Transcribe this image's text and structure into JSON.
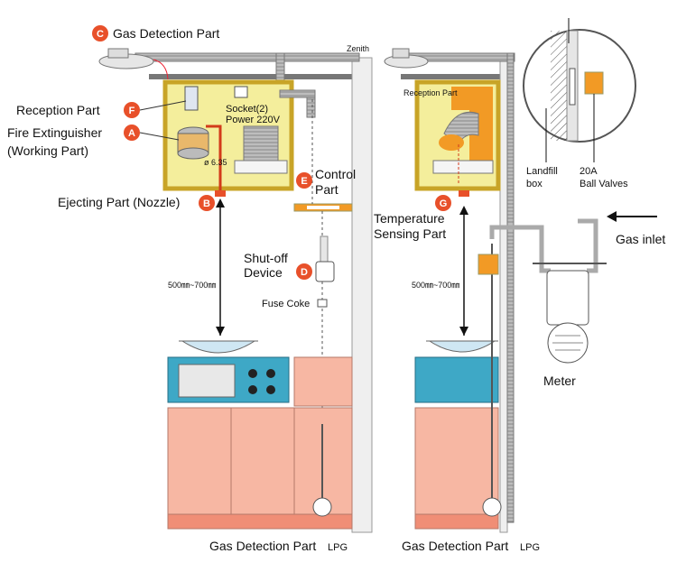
{
  "labels": {
    "gas_detection_part_top": "Gas Detection Part",
    "zenith": "Zenith",
    "reception_part": "Reception Part",
    "fire_extinguisher_line1": "Fire Extinguisher",
    "fire_extinguisher_line2": "(Working Part)",
    "socket_line1": "Socket(2)",
    "socket_line2": "Power 220V",
    "diameter": "ø 6.35",
    "control_part_line1": "Control",
    "control_part_line2": "Part",
    "ejecting_part": "Ejecting Part (Nozzle)",
    "shutoff_line1": "Shut-off",
    "shutoff_line2": "Device",
    "fuse_coke": "Fuse Coke",
    "distance_left": "500㎜~700㎜",
    "bottom_left_main": "Gas Detection Part",
    "bottom_left_suffix": "LPG",
    "reception_part_right": "Reception Part",
    "temperature_line1": "Temperature",
    "temperature_line2": "Sensing Part",
    "distance_right": "500㎜~700㎜",
    "landfill_line1": "Landfill",
    "landfill_line2": "box",
    "ball_valves_line1": "20A",
    "ball_valves_line2": "Ball Valves",
    "gas_inlet": "Gas inlet",
    "meter": "Meter",
    "bottom_right_main": "Gas Detection Part",
    "bottom_right_suffix": "LPG"
  },
  "badges": {
    "A": "A",
    "B": "B",
    "C": "C",
    "D": "D",
    "E": "E",
    "F": "F",
    "G": "G"
  },
  "colors": {
    "badge": "#e8502a",
    "cabinet": "#f7b7a3",
    "hood_box": "#f4ee9c",
    "hood_frame": "#c8a427",
    "stove": "#3ea8c6",
    "orange_part": "#f29a25",
    "wall": "#eeeeee"
  }
}
